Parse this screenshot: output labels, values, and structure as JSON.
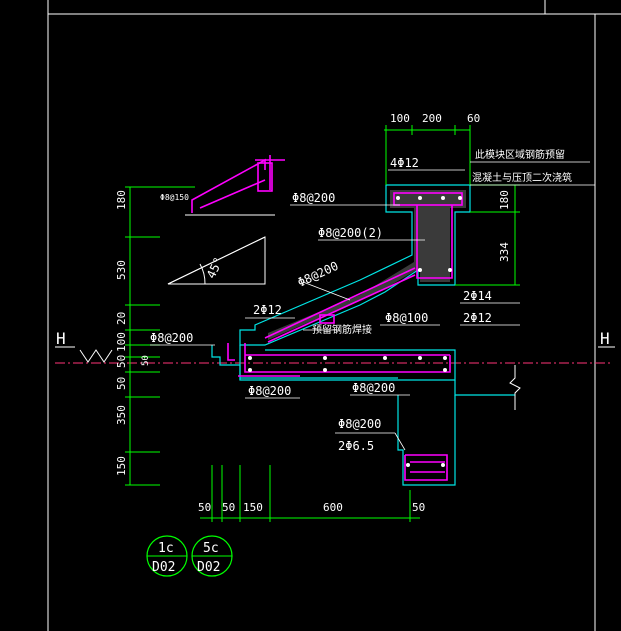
{
  "colors": {
    "background": "#000000",
    "frame": "#ffffff",
    "dimension": "#00ff00",
    "concrete": "#00e5e5",
    "rebar": "#ff00ff",
    "section_fill": "#404040",
    "annotation": "#ffffff",
    "centerline": "#ff3377",
    "label_text": "#ffffff",
    "circle_labels": "#00ff00"
  },
  "axis_markers": {
    "left": "H",
    "right": "H"
  },
  "dimensions": {
    "top": [
      "100",
      "200",
      "60"
    ],
    "left": [
      "180",
      "530",
      "20",
      "100",
      "50",
      "50",
      "350",
      "150"
    ],
    "right": [
      "180",
      "334"
    ],
    "bottom": [
      "50",
      "50",
      "150",
      "600",
      "50"
    ]
  },
  "annotations": {
    "phi8_150": "Φ8@150",
    "angle": "45°",
    "phi8_200_top": "Φ8@200",
    "phi8_200_2": "Φ8@200(2)",
    "phi8_200_slab": "Φ8@200",
    "four_phi12": "4Φ12",
    "two_phi12_left": "2Φ12",
    "phi8_200_left": "Φ8@200",
    "phi8_100": "Φ8@100",
    "two_phi12_right": "2Φ12",
    "two_phi14": "2Φ14",
    "phi8_200_bottom_left": "Φ8@200",
    "phi8_200_bottom_mid": "Φ8@200",
    "phi8_200_beam": "Φ8@200",
    "two_phi6_5": "2Φ6.5",
    "embed_note": "预留钢筋焊接",
    "region_note_line1": "此模块区域钢筋预留",
    "region_note_line2": "混凝土与压顶二次浇筑",
    "fifty_small": "50"
  },
  "detail_labels": [
    {
      "top": "1c",
      "bottom": "D02"
    },
    {
      "top": "5c",
      "bottom": "D02"
    }
  ]
}
